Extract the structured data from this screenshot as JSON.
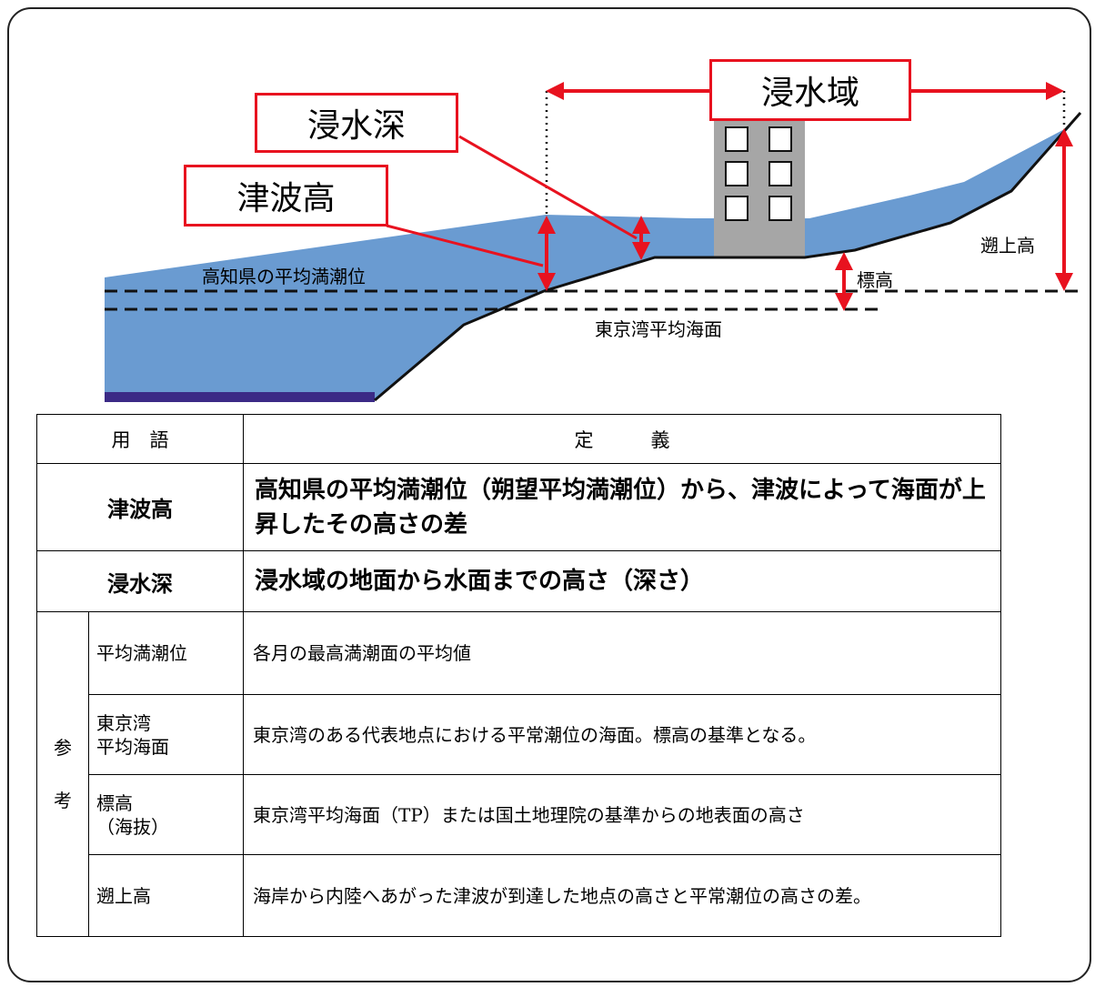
{
  "diagram": {
    "box_labels": {
      "inundation_area": "浸水域",
      "inundation_depth": "浸水深",
      "tsunami_height": "津波高"
    },
    "labels": {
      "kochi_mean_high_water": "高知県の平均満潮位",
      "tokyo_bay_mean_sea_level": "東京湾平均海面",
      "elevation": "標高",
      "run_up_height": "遡上高"
    },
    "colors": {
      "water": "#6a9bd1",
      "arrow": "#e8121f",
      "building": "#a6a6a6",
      "sea_bottom": "#3b2a86"
    }
  },
  "table": {
    "header": {
      "term": "用　語",
      "definition": "定　　　義"
    },
    "main_rows": [
      {
        "term": "津波高",
        "definition": "高知県の平均満潮位（朔望平均満潮位）から、津波によって海面が上昇したその高さの差"
      },
      {
        "term": "浸水深",
        "definition": "浸水域の地面から水面までの高さ（深さ）"
      }
    ],
    "reference_label": "参考",
    "reference_rows": [
      {
        "term": "平均満潮位",
        "definition": "各月の最高満潮面の平均値"
      },
      {
        "term": "東京湾\n平均海面",
        "definition": "東京湾のある代表地点における平常潮位の海面。標高の基準となる。"
      },
      {
        "term": "標高\n（海抜）",
        "definition": "東京湾平均海面（TP）または国土地理院の基準からの地表面の高さ"
      },
      {
        "term": "遡上高",
        "definition": "海岸から内陸へあがった津波が到達した地点の高さと平常潮位の高さの差。"
      }
    ]
  }
}
